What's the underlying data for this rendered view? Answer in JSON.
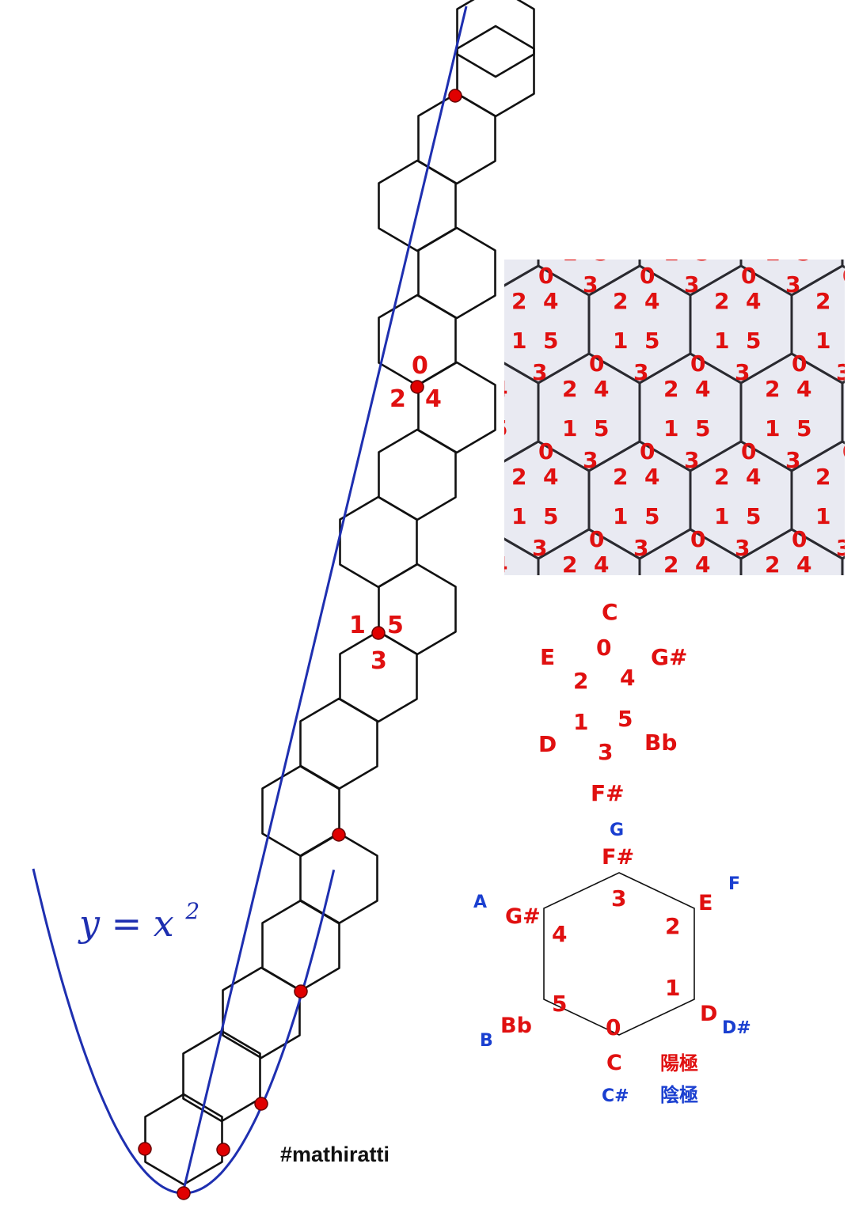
{
  "equation": {
    "base": "y = x",
    "exponent": "2"
  },
  "hashtag": "#mathiratti",
  "colors": {
    "curve": "#1e2fb0",
    "point": "#e00000",
    "red_label": "#e01010",
    "blue_label": "#1a3fd0",
    "line": "#111111",
    "inset_bg": "#e9eaf2"
  },
  "inset_digits": [
    "0",
    "1",
    "2",
    "3",
    "4",
    "5"
  ],
  "chain_labels": {
    "top": {
      "top": "0",
      "left": "2",
      "right": "4"
    },
    "middle": {
      "left": "1",
      "right": "5",
      "bottom": "3"
    }
  },
  "cluster": {
    "note": "C",
    "numbers": [
      "0",
      "2",
      "4",
      "1",
      "5",
      "3"
    ],
    "notes": [
      "E",
      "G#",
      "D",
      "Bb",
      "F#"
    ]
  },
  "hexagon_key": {
    "numbers": [
      "3",
      "2",
      "1",
      "0",
      "5",
      "4"
    ],
    "yang_notes": [
      "F#",
      "E",
      "D",
      "C",
      "Bb",
      "G#"
    ],
    "yin_notes": [
      "G",
      "F",
      "D#",
      "C#",
      "B",
      "A"
    ],
    "legend": [
      {
        "note": "C",
        "label": "陽極"
      },
      {
        "note": "C#",
        "label": "陰極"
      }
    ]
  }
}
